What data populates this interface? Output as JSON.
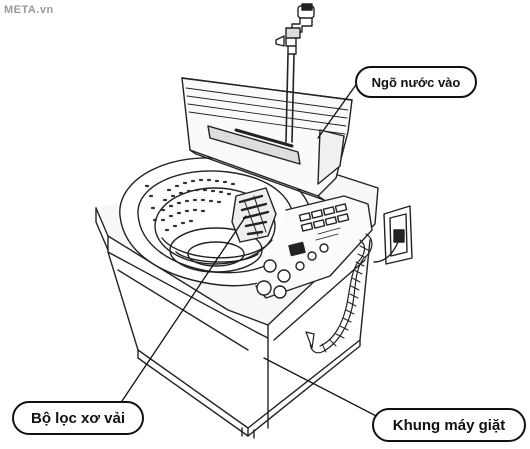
{
  "watermark": "META.vn",
  "labels": {
    "water_inlet": "Ngõ nước vào",
    "lint_filter": "Bộ lọc xơ vải",
    "machine_frame": "Khung máy giặt"
  }
}
